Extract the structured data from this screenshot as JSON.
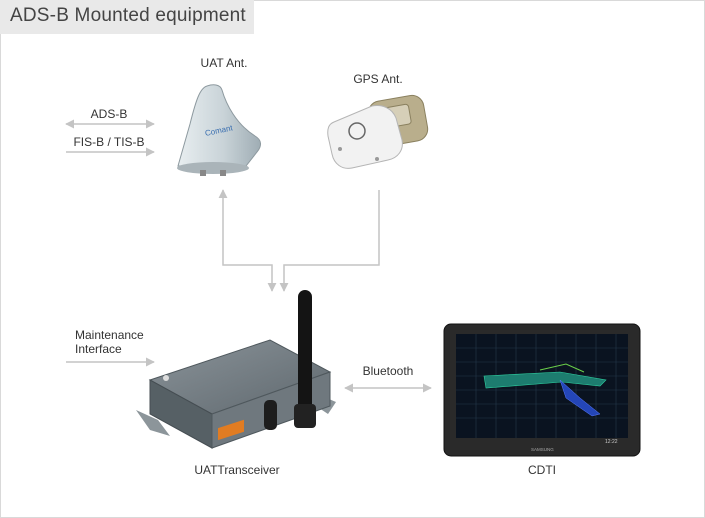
{
  "title": "ADS-B Mounted equipment",
  "labels": {
    "uat_ant": "UAT Ant.",
    "gps_ant": "GPS Ant.",
    "ads_b": "ADS-B",
    "fis_tis": "FIS-B / TIS-B",
    "maint_line1": "Maintenance",
    "maint_line2": "Interface",
    "bluetooth": "Bluetooth",
    "uat_transceiver": "UATTransceiver",
    "cdti": "CDTI"
  },
  "device_text": {
    "antenna_brand": "Comant",
    "tablet_brand": "SAMSUNG",
    "tablet_clock": "12:22"
  },
  "colors": {
    "connector": "#c4c4c4",
    "tab_background": "#e9e9e9",
    "title_text": "#444444"
  }
}
